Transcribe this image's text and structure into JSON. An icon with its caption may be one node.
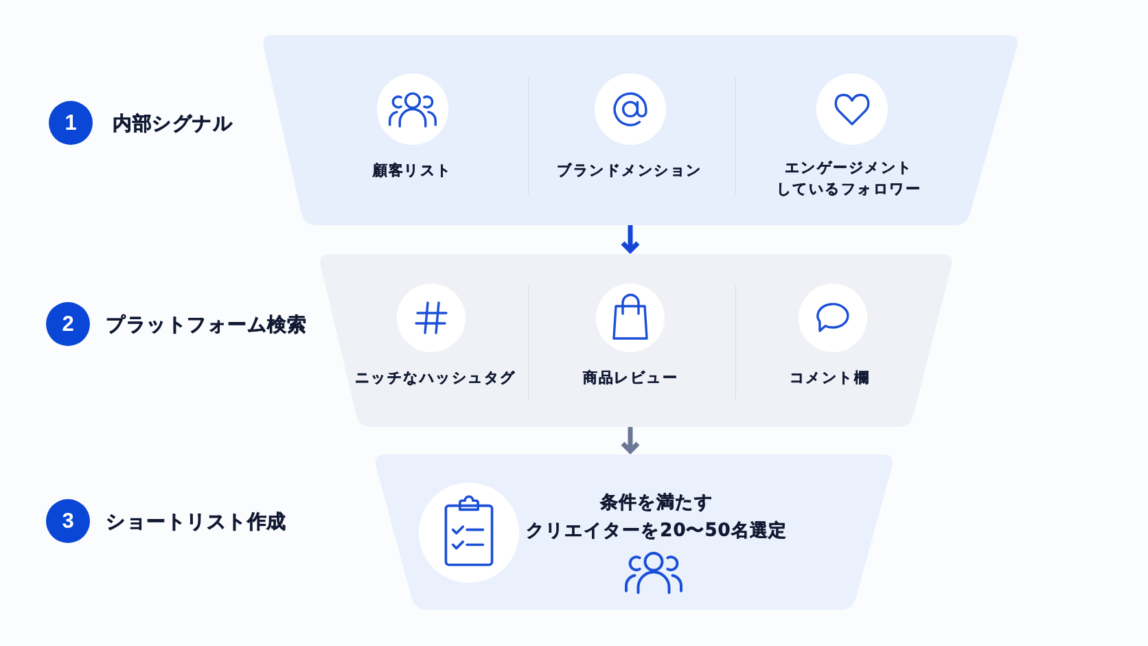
{
  "diagram": {
    "nodes": [
      {
        "text": [
          "1"
        ],
        "beside": [
          "内部シグナル"
        ]
      },
      {
        "text": [],
        "shape": "trapezoid"
      },
      {
        "text": [
          "顧客リスト"
        ],
        "in": 1
      },
      {
        "text": [
          "ブランドメンション"
        ],
        "in": 1
      },
      {
        "text": [
          "エンゲージメントしているフォロワー"
        ],
        "in": 1
      },
      {
        "text": [
          "2"
        ],
        "beside": [
          "プラットフォーム検索"
        ]
      },
      {
        "text": [],
        "shape": "trapezoid"
      },
      {
        "text": [
          "ニッチなハッシュタグ"
        ],
        "in": 6
      },
      {
        "text": [
          "商品レビュー"
        ],
        "in": 6
      },
      {
        "text": [
          "コメント欄"
        ],
        "in": 6
      },
      {
        "text": [
          "3"
        ],
        "beside": [
          "ショートリスト作成"
        ]
      },
      {
        "text": [],
        "shape": "trapezoid"
      },
      {
        "text": [
          "条件を満たすクリエイターを20〜50名選定"
        ],
        "in": 11
      }
    ],
    "edges": [
      {
        "from": 1,
        "to": 6,
        "arrow": "to",
        "color": "#1447d6"
      },
      {
        "from": 6,
        "to": 11,
        "arrow": "to",
        "color": "#6b7895"
      }
    ]
  }
}
